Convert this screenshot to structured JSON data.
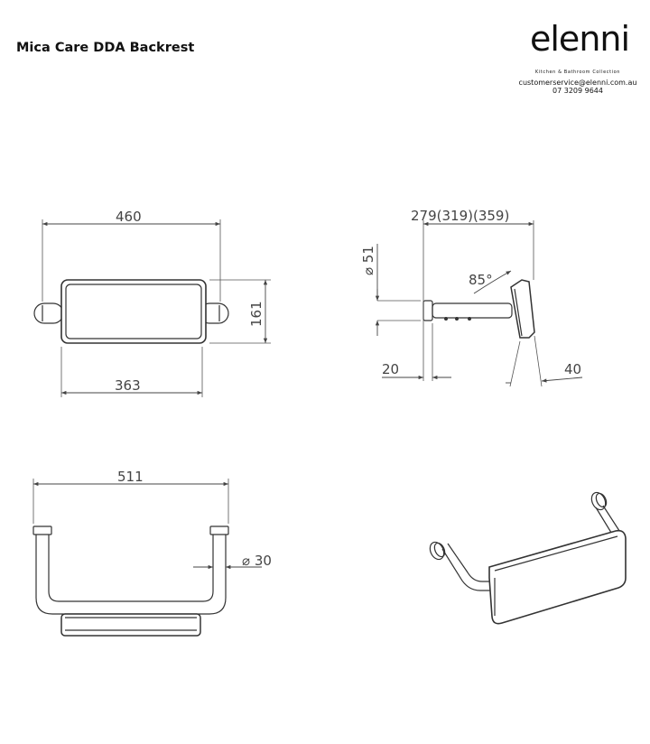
{
  "header": {
    "title": "Mica Care DDA Backrest"
  },
  "brand": {
    "logo_text": "elenni",
    "tagline": "Kitchen & Bathroom Collection",
    "email": "customerservice@elenni.com.au",
    "phone": "07 3209 9644"
  },
  "dimensions": {
    "front_width": "460",
    "front_height": "161",
    "front_pad_width": "363",
    "side_depth": "279(319)(359)",
    "side_tube_dia": "51",
    "side_angle": "85°",
    "side_flange": "20",
    "side_pad_thickness": "40",
    "top_width": "511",
    "top_tube_dia": "30"
  },
  "colors": {
    "line": "#333333",
    "dim_line": "#555555"
  }
}
